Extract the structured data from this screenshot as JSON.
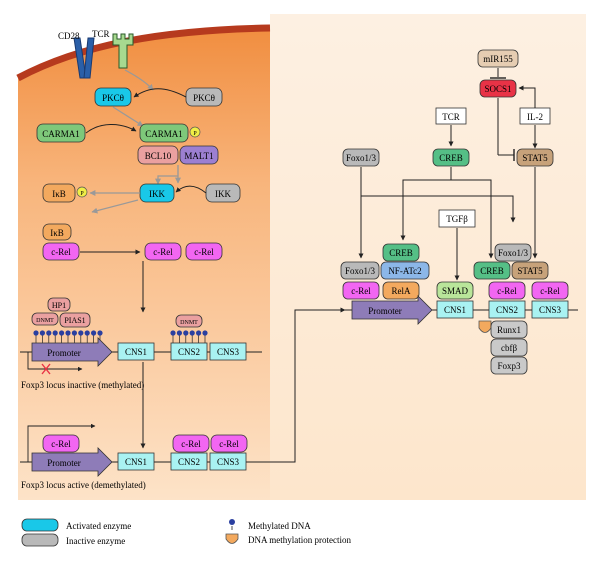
{
  "colors": {
    "activated_enzyme": "#19c8e8",
    "inactive_enzyme": "#b9b9b9",
    "cell_gradient_top": "#f08a3a",
    "cell_gradient_bottom": "#fde6cc",
    "membrane": "#b63a1e",
    "crel": "#f266f2",
    "cns": "#a9f2f2",
    "promoter": "#8e7cb8",
    "green_box": "#7ec87a",
    "creb": "#55bf86",
    "orange_box": "#f3a95e",
    "pink_box": "#eaa0a0",
    "purple_box": "#9c7fd1",
    "blue_box": "#8cb7e8",
    "brown_box": "#c7a27a",
    "red_box": "#e83246",
    "light_gray": "#c9c9c9",
    "tan_box": "#e6cdb2",
    "smad": "#b9e59a",
    "phospho": "#f0ee46"
  },
  "left": {
    "receptors": {
      "cd28": "CD28",
      "tcr": "TCR"
    },
    "pkc_active": "PKCθ",
    "pkc_inactive": "PKCθ",
    "carma1_free": "CARMA1",
    "carma1_bound": "CARMA1",
    "phospho": "P",
    "bcl10": "BCL10",
    "malt1": "MALT1",
    "ikb_phospho": "IκB",
    "ikk_active": "IKK",
    "ikk_inactive": "IKK",
    "ikb_bound": "IκB",
    "crel_bound": "c-Rel",
    "crel_free_1": "c-Rel",
    "crel_free_2": "c-Rel",
    "hp1": "HP1",
    "dnmt_1": "DNMT",
    "pias1": "PIAS1",
    "dnmt_2": "DNMT",
    "promoter_inactive": "Promoter",
    "cns1_inactive": "CNS1",
    "cns2_inactive": "CNS2",
    "cns3_inactive": "CNS3",
    "locus_inactive_caption": "Foxp3 locus inactive (methylated)",
    "crel_active_promoter": "c-Rel",
    "crel_active_cns2": "c-Rel",
    "crel_active_cns3": "c-Rel",
    "promoter_active": "Promoter",
    "cns1_active": "CNS1",
    "cns2_active": "CNS2",
    "cns3_active": "CNS3",
    "locus_active_caption": "Foxp3 locus active (demethylated)"
  },
  "right": {
    "mir155": "mIR155",
    "socs1": "SOCS1",
    "il2": "IL-2",
    "stat5_top": "STAT5",
    "tcr": "TCR",
    "creb_top": "CREB",
    "foxo_top": "Foxo1/3",
    "tgfb": "TGFβ",
    "creb_promoter": "CREB",
    "foxo_promoter": "Foxo1/3",
    "nfatc2": "NF-ATc2",
    "crel_promoter": "c-Rel",
    "rela": "RelA",
    "promoter": "Promoter",
    "smad": "SMAD",
    "cns1": "CNS1",
    "foxo_cns2": "Foxo1/3",
    "creb_cns2": "CREB",
    "stat5_cns2": "STAT5",
    "crel_cns2": "c-Rel",
    "crel_cns3": "c-Rel",
    "cns2": "CNS2",
    "cns3": "CNS3",
    "runx1": "Runx1",
    "cbfb": "cbfβ",
    "foxp3": "Foxp3"
  },
  "legend": {
    "activated_enzyme": "Activated enzyme",
    "inactive_enzyme": "Inactive enzyme",
    "methylated_dna": "Methylated DNA",
    "methylation_protection": "DNA methylation protection"
  }
}
